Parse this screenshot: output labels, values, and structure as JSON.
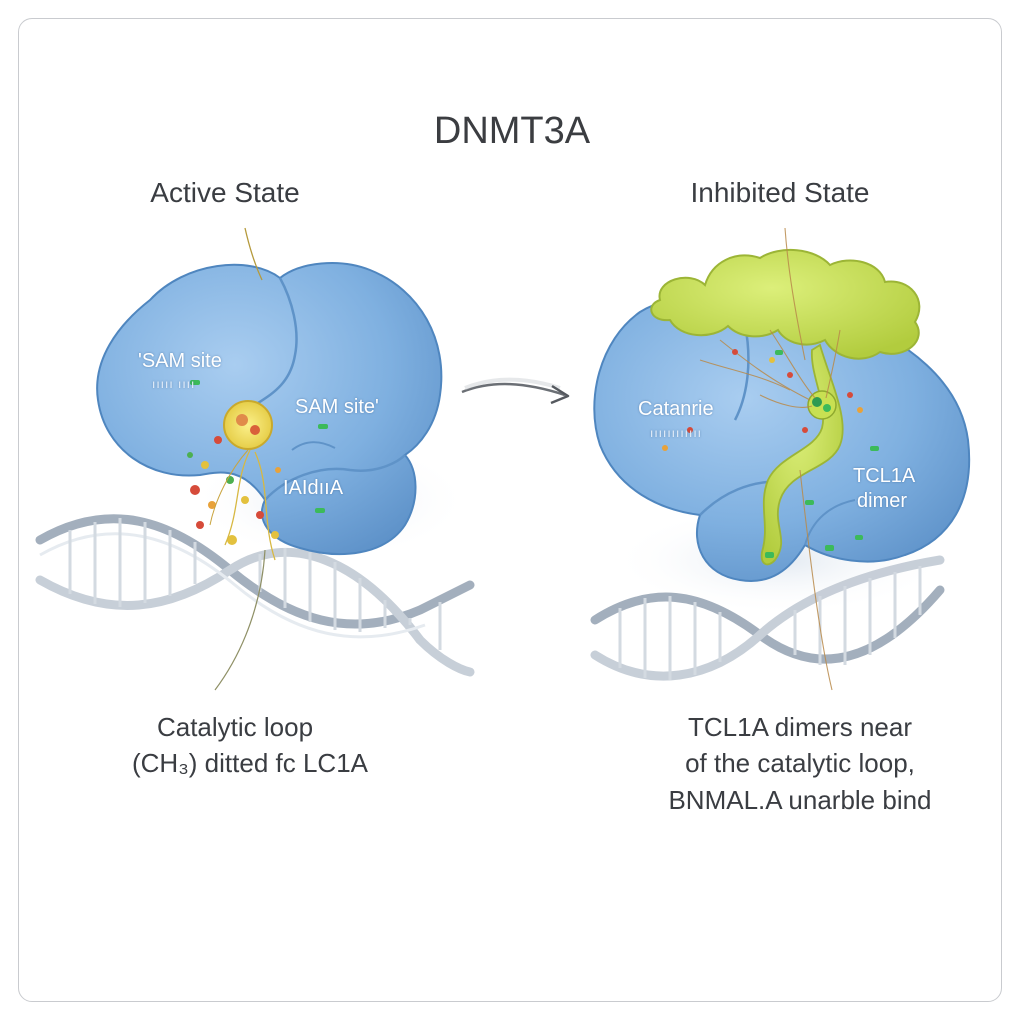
{
  "title": "DNMT3A",
  "panels": {
    "active": {
      "heading": "Active State",
      "labels": {
        "sam_site_1": "'SAM site",
        "sam_site_1_sub": "ııııı ıııı",
        "sam_site_2": "SAM site'",
        "domain": "IAIdııA"
      },
      "caption_line1": "Catalytic loop",
      "caption_line2": "(CH₃) ditted fc LC1A"
    },
    "inhibited": {
      "heading": "Inhibited State",
      "labels": {
        "catalytic": "Catanrie",
        "catalytic_sub": "ıııııııııııı",
        "tcl1a": "TCL1A",
        "dimer": "dimer"
      },
      "caption_line1": "TCL1A dimers near",
      "caption_line2": "of the catalytic loop,",
      "caption_line3": "BNMAL.A unarble bind"
    }
  },
  "colors": {
    "protein_blue": "#7fb0e0",
    "protein_outline": "#4f86bf",
    "tcl1a_green": "#c4dc52",
    "dna_gray": "#aab4c0",
    "text": "#3a3d42"
  },
  "icons": [
    "transition-arrow-icon",
    "dna-helix-icon",
    "methyl-group-icon"
  ]
}
